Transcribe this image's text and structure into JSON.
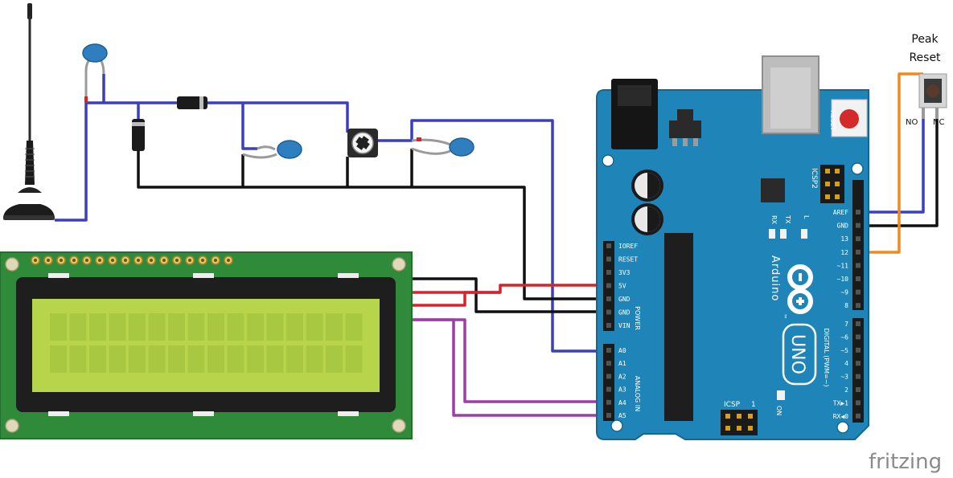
{
  "colors": {
    "wire_blue": "#3a3fc0",
    "wire_black": "#111111",
    "wire_red": "#d8232a",
    "wire_purple": "#9b3fa6",
    "wire_orange": "#f08a1c",
    "arduino_board": "#1f85b8",
    "arduino_edge": "#15678f",
    "lcd_pcb": "#2f8a3a",
    "lcd_screen": "#b7d44a",
    "ceramic_cap": "#2f7fc0"
  },
  "button": {
    "title_line1": "Peak",
    "title_line2": "Reset",
    "no_label": "NO",
    "nc_label": "NC"
  },
  "arduino": {
    "reset_label": "RESET",
    "icsp2_label": "ICSP2",
    "icsp_label": "ICSP",
    "icsp_one": "1",
    "rx_label": "RX",
    "tx_label": "TX",
    "l_label": "L",
    "on_label": "ON",
    "brand": "Arduino",
    "tm": "™",
    "model": "UNO",
    "power_label": "POWER",
    "analog_label": "ANALOG IN",
    "digital_label": "DIGITAL (PWM=~)",
    "power_pins": [
      "IOREF",
      "RESET",
      "3V3",
      "5V",
      "GND",
      "GND",
      "VIN"
    ],
    "analog_pins": [
      "A0",
      "A1",
      "A2",
      "A3",
      "A4",
      "A5"
    ],
    "digital_top": [
      "AREF",
      "GND",
      "13",
      "12",
      "~11",
      "~10",
      "~9",
      "8"
    ],
    "digital_bottom": [
      "7",
      "~6",
      "~5",
      "4",
      "~3",
      "2",
      "TX▶1",
      "RX◀0"
    ]
  },
  "watermark": "fritzing"
}
